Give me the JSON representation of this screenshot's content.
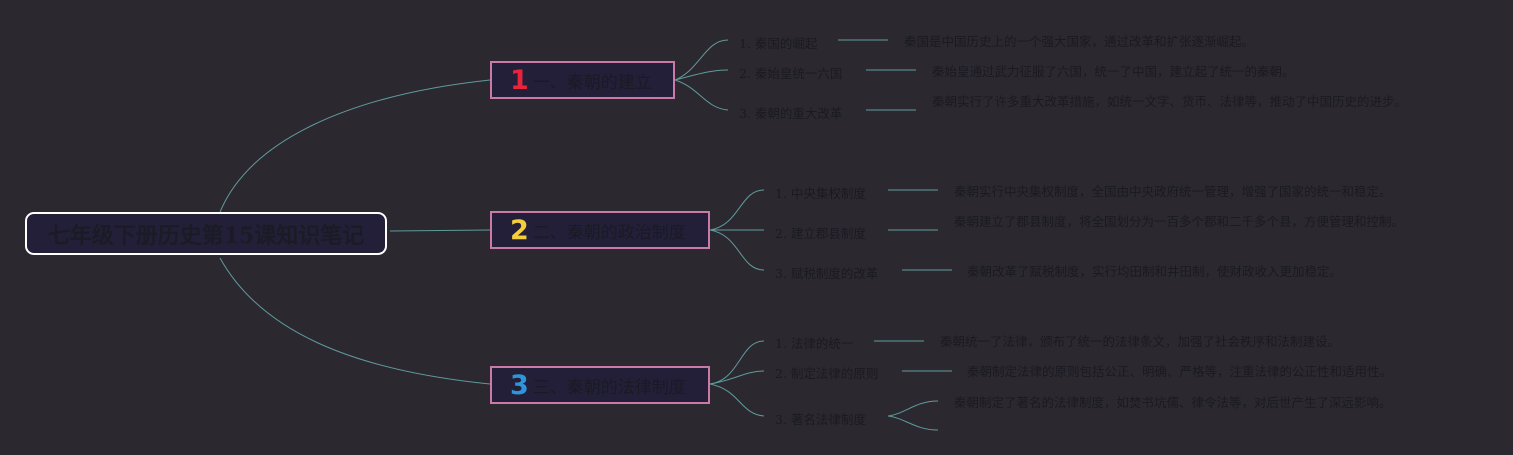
{
  "root": {
    "title": "七年级下册历史第15课知识笔记"
  },
  "colors": {
    "background": "#2c2830",
    "connector": "#5e9b9b",
    "branch_border": "#c97aa8",
    "node_fill": "#231f39"
  },
  "branches": [
    {
      "num": "1",
      "num_color": "#e8243c",
      "label": "一、秦朝的建立",
      "topics": [
        {
          "label": "1. 秦国的崛起",
          "detail": "秦国是中国历史上的一个强大国家，通过改革和扩张逐渐崛起。"
        },
        {
          "label": "2. 秦始皇统一六国",
          "detail": "秦始皇通过武力征服了六国，统一了中国，建立起了统一的秦朝。"
        },
        {
          "label": "3. 秦朝的重大改革",
          "detail": "秦朝实行了许多重大改革措施，如统一文字、货币、法律等，推动了中国历史的进步。"
        }
      ]
    },
    {
      "num": "2",
      "num_color": "#f2cd3c",
      "label": "二、秦朝的政治制度",
      "topics": [
        {
          "label": "1. 中央集权制度",
          "detail": "秦朝实行中央集权制度，全国由中央政府统一管理，增强了国家的统一和稳定。"
        },
        {
          "label": "2. 建立郡县制度",
          "detail": "秦朝建立了郡县制度，将全国划分为一百多个郡和二千多个县，方便管理和控制。"
        },
        {
          "label": "3. 赋税制度的改革",
          "detail": "秦朝改革了赋税制度，实行均田制和井田制，使财政收入更加稳定。"
        }
      ]
    },
    {
      "num": "3",
      "num_color": "#2e95db",
      "label": "三、秦朝的法律制度",
      "topics": [
        {
          "label": "1. 法律的统一",
          "detail": "秦朝统一了法律，颁布了统一的法律条文，加强了社会秩序和法制建设。"
        },
        {
          "label": "2. 制定法律的原则",
          "detail": "秦朝制定法律的原则包括公正、明确、严格等，注重法律的公正性和适用性。"
        },
        {
          "label": "3. 著名法律制度",
          "detail": "秦朝制定了著名的法律制度，如焚书坑儒、律令法等，对后世产生了深远影响。"
        }
      ]
    }
  ]
}
